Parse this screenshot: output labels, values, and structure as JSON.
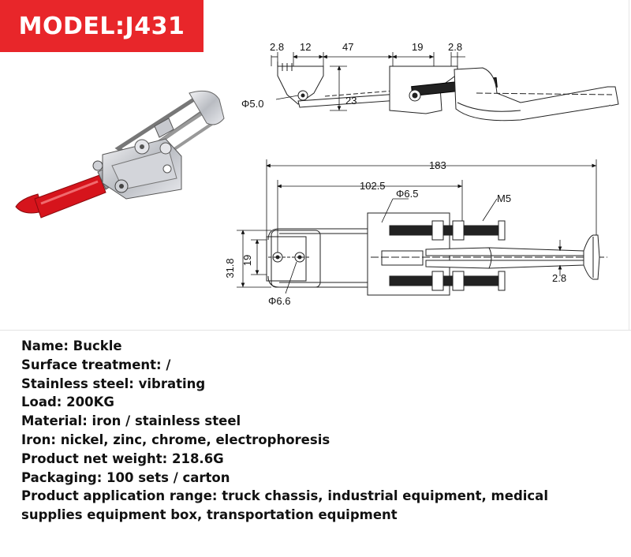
{
  "banner": {
    "model_label": "MODEL:J431",
    "color": "#e8262a"
  },
  "handle_color": "#d6141c",
  "dimensions": {
    "top_view": [
      "2.8",
      "12",
      "47",
      "19",
      "2.8",
      "Φ5.0",
      "23"
    ],
    "side_view": [
      "183",
      "102.5",
      "Φ6.5",
      "M5",
      "31.8",
      "19",
      "Φ6.6",
      "2.8"
    ]
  },
  "specs": [
    "Name: Buckle",
    "Surface treatment: /",
    "Stainless steel: vibrating",
    "Load: 200KG",
    "Material: iron / stainless steel",
    "Iron: nickel, zinc, chrome, electrophoresis",
    "Product net weight: 218.6G",
    "Packaging: 100 sets / carton",
    "Product application range: truck chassis, industrial equipment, medical",
    "supplies equipment box, transportation equipment"
  ]
}
